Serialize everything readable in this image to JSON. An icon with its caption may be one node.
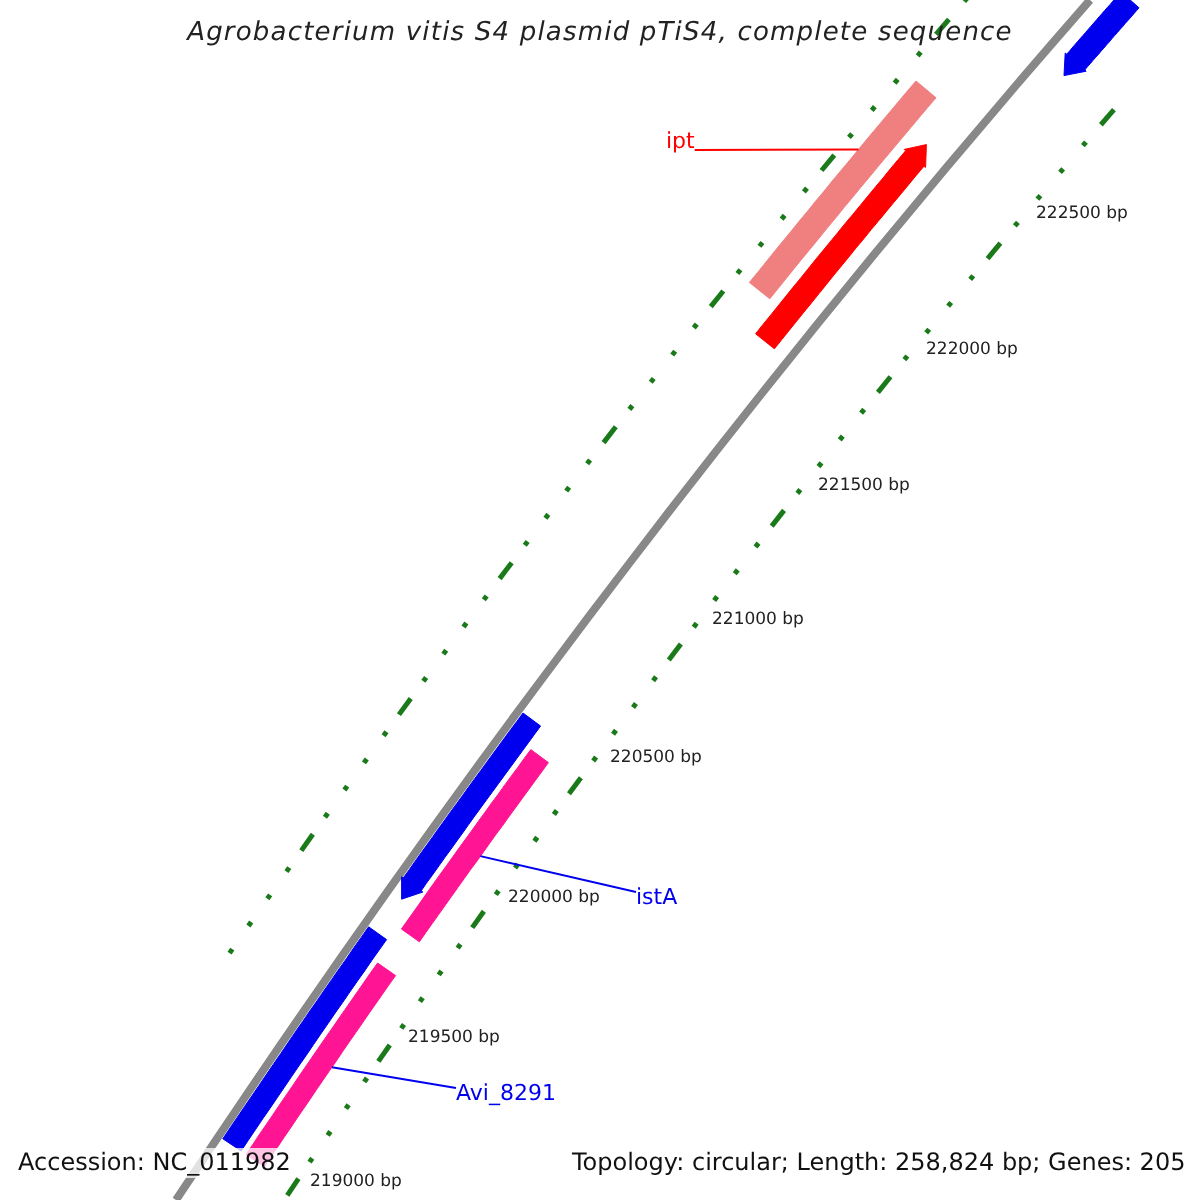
{
  "diagram": {
    "title": "Agrobacterium vitis S4 plasmid pTiS4, complete sequence",
    "nodes": [
      {
        "text": [
          "ipt"
        ]
      },
      {
        "text": [],
        "shape": "bar"
      },
      {
        "text": [
          "istA"
        ]
      },
      {
        "text": [],
        "shape": "bar"
      },
      {
        "text": [
          "Avi_8291"
        ]
      },
      {
        "text": [],
        "shape": "bar"
      }
    ],
    "edges": [
      {
        "from": 0,
        "to": 1,
        "arrow": "none",
        "color": "#ff0000"
      },
      {
        "from": 2,
        "to": 3,
        "arrow": "none"
      },
      {
        "from": 4,
        "to": 5,
        "arrow": "none"
      }
    ],
    "labels": [
      "222500 bp",
      "222000 bp",
      "221500 bp",
      "221000 bp",
      "220500 bp",
      "220000 bp",
      "219500 bp",
      "219000 bp",
      "Accession: NC_011982",
      "Topology: circular; Length: 258,824 bp; Genes: 205"
    ]
  }
}
